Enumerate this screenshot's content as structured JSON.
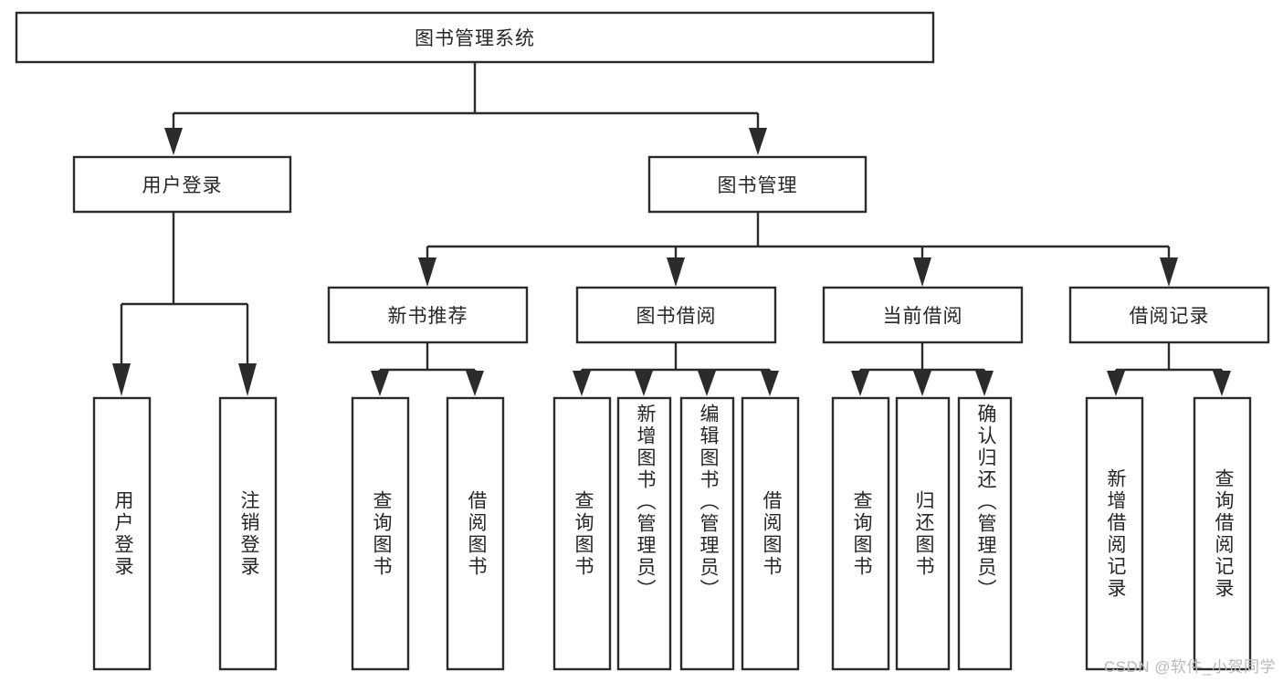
{
  "diagram": {
    "kind": "tree-hierarchy-chart",
    "title": "图书管理系统",
    "colors": {
      "stroke": "#2b2b2b",
      "fill": "#ffffff",
      "text": "#262626",
      "background": "#ffffff",
      "watermark": "#b9b9b9"
    },
    "levels": {
      "root": {
        "label": "图书管理系统"
      },
      "level2": [
        {
          "label": "用户登录"
        },
        {
          "label": "图书管理"
        }
      ],
      "level3": [
        {
          "label": "新书推荐"
        },
        {
          "label": "图书借阅"
        },
        {
          "label": "当前借阅"
        },
        {
          "label": "借阅记录"
        }
      ],
      "leaves": [
        {
          "label": "用户登录",
          "parent": "用户登录"
        },
        {
          "label": "注销登录",
          "parent": "用户登录"
        },
        {
          "label": "查询图书",
          "parent": "新书推荐"
        },
        {
          "label": "借阅图书",
          "parent": "新书推荐"
        },
        {
          "label": "查询图书",
          "parent": "图书借阅"
        },
        {
          "label": "新增图书（管理员）",
          "parent": "图书借阅"
        },
        {
          "label": "编辑图书（管理员）",
          "parent": "图书借阅"
        },
        {
          "label": "借阅图书",
          "parent": "图书借阅"
        },
        {
          "label": "查询图书",
          "parent": "当前借阅"
        },
        {
          "label": "归还图书",
          "parent": "当前借阅"
        },
        {
          "label": "确认归还（管理员）",
          "parent": "当前借阅"
        },
        {
          "label": "新增借阅记录",
          "parent": "借阅记录"
        },
        {
          "label": "查询借阅记录",
          "parent": "借阅记录"
        }
      ]
    }
  },
  "watermark": {
    "text": "CSDN @软件_小贺同学"
  }
}
